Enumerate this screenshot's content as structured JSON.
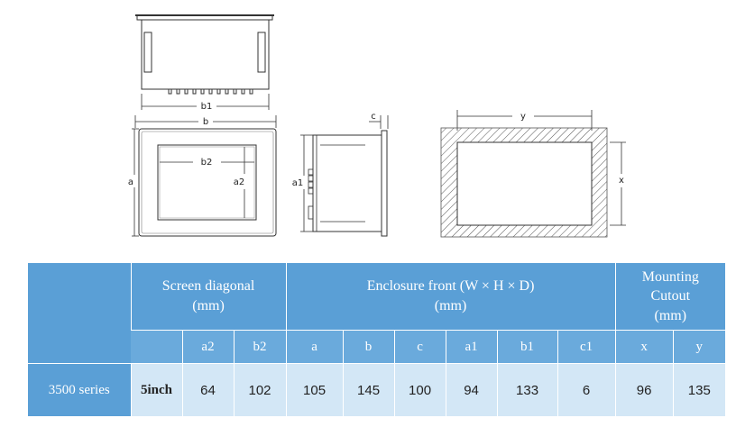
{
  "drawing": {
    "labels": {
      "b1": "b1",
      "b": "b",
      "b2": "b2",
      "a": "a",
      "a2": "a2",
      "c": "c",
      "a1": "a1",
      "y": "y",
      "x": "x"
    }
  },
  "table": {
    "header": {
      "screen_diagonal": [
        "Screen diagonal",
        "(mm)"
      ],
      "enclosure_front": [
        "Enclosure front (W × H × D)",
        "(mm)"
      ],
      "mounting_cutout": [
        "Mounting",
        "Cutout",
        "(mm)"
      ]
    },
    "subheaders": [
      "a2",
      "b2",
      "a",
      "b",
      "c",
      "a1",
      "b1",
      "c1",
      "x",
      "y"
    ],
    "rows": [
      {
        "series": "3500 series",
        "size": "5inch",
        "values": [
          "64",
          "102",
          "105",
          "145",
          "100",
          "94",
          "133",
          "6",
          "96",
          "135"
        ]
      }
    ]
  },
  "colors": {
    "header_bg": "#5a9fd6",
    "subheader_bg": "#6aaadc",
    "cell_bg": "#d3e7f6"
  }
}
